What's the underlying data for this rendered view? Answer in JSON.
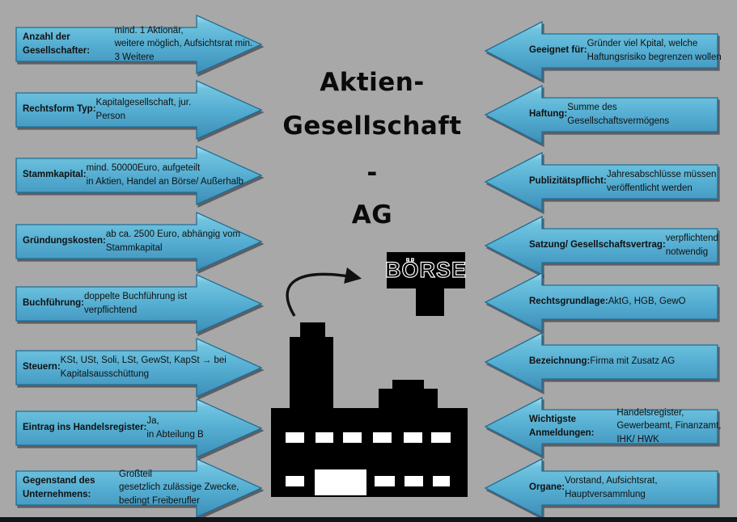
{
  "title": {
    "line1": "Aktien-",
    "line2": "Gesellschaft",
    "line3": "-",
    "line4": "AG"
  },
  "boerse_sign": "BÖRSE",
  "colors": {
    "background": "#a8a8a8",
    "arrow_border": "#1f6e96",
    "arrow_gradient": [
      "#a9e0f1",
      "#6fc3de",
      "#55aed2",
      "#4497bf",
      "#3b8bb2"
    ],
    "bottom_bar": "#14141c",
    "title_color": "#0a0a0a",
    "illustration_color": "#000000"
  },
  "left_arrows": [
    {
      "label": "Anzahl der Gesellschafter:",
      "text": " mind. 1 Aktionär,\nweitere möglich, Aufsichtsrat min. 3 Weitere"
    },
    {
      "label": "Rechtsform Typ:",
      "text": " Kapitalgesellschaft, jur.\nPerson"
    },
    {
      "label": "Stammkapital:",
      "text": " mind. 50000Euro, aufgeteilt\nin Aktien, Handel an Börse/ Außerhalb"
    },
    {
      "label": "Gründungskosten:",
      "text": " ab ca. 2500 Euro, abhängig vom\nStammkapital"
    },
    {
      "label": "Buchführung:",
      "text": " doppelte Buchführung ist\nverpflichtend"
    },
    {
      "label": "Steuern:",
      "text": " KSt, USt, Soli,  LSt, GewSt, KapSt → bei\nKapitalsausschüttung"
    },
    {
      "label": "Eintrag ins Handelsregister:",
      "text": " Ja,\nin Abteilung B"
    },
    {
      "label": "Gegenstand des Unternehmens:",
      "text": " Großteil\ngesetzlich zulässige Zwecke, bedingt Freiberufler"
    }
  ],
  "right_arrows": [
    {
      "label": "Geeignet für:",
      "text": " Gründer viel Kpital, welche\nHaftungsrisiko begrenzen wollen"
    },
    {
      "label": "Haftung:",
      "text": " Summe des\nGesellschaftsvermögens"
    },
    {
      "label": "Publizitätspflicht:",
      "text": " Jahresabschlüsse müssen\nveröffentlicht werden"
    },
    {
      "label": "Satzung/ Gesellschaftsvertrag:",
      "text": " verpflichtend\nnotwendig"
    },
    {
      "label": "Rechtsgrundlage:",
      "text": " AktG, HGB, GewO"
    },
    {
      "label": "Bezeichnung:",
      "text": " Firma mit Zusatz AG"
    },
    {
      "label": "Wichtigste Anmeldungen:",
      "text": " Handelsregister,\nGewerbeamt, Finanzamt, IHK/ HWK"
    },
    {
      "label": "Organe:",
      "text": " Vorstand, Aufsichtsrat,\nHauptversammlung"
    }
  ]
}
